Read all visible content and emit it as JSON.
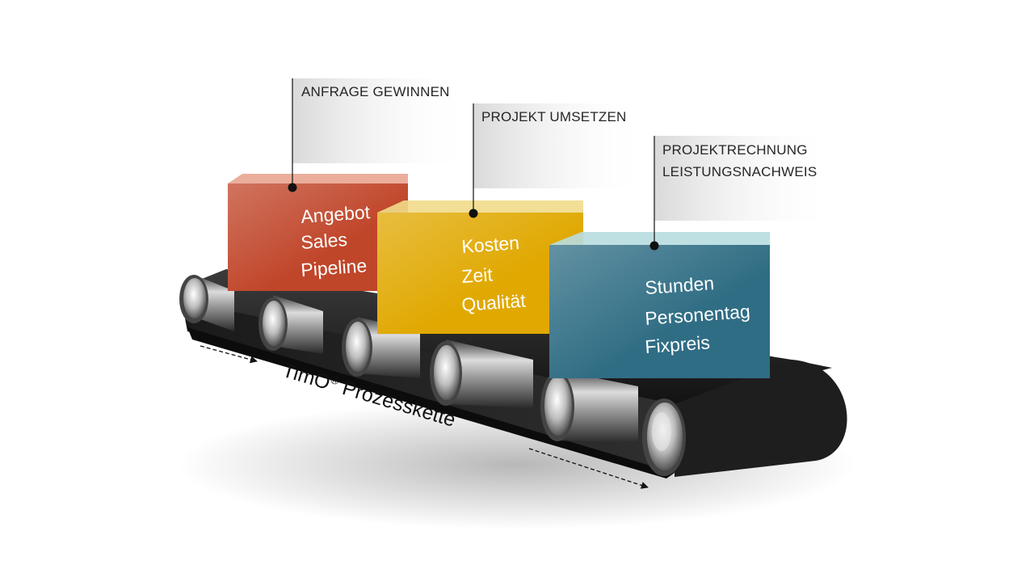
{
  "diagram": {
    "belt_label": "TimO",
    "belt_label_mark": "®",
    "belt_label_suffix": " Prozesskette",
    "stages": [
      {
        "flag_lines": [
          "ANFRAGE GEWINNEN"
        ],
        "box_lines": [
          "Angebot",
          "Sales",
          "Pipeline"
        ],
        "color": "#c0462a"
      },
      {
        "flag_lines": [
          "PROJEKT UMSETZEN"
        ],
        "box_lines": [
          "Kosten",
          "Zeit",
          "Qualität"
        ],
        "color": "#e0a800"
      },
      {
        "flag_lines": [
          "PROJEKTRECHNUNG",
          "LEISTUNGSNACHWEIS"
        ],
        "box_lines": [
          "Stunden",
          "Personentag",
          "Fixpreis"
        ],
        "color": "#2f6d84"
      }
    ]
  }
}
